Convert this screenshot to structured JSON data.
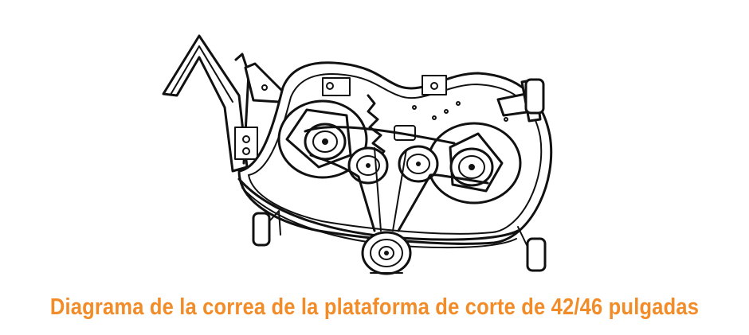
{
  "caption": "Diagrama de la correa de la plataforma de corte de 42/46 pulgadas",
  "colors": {
    "caption": "#f28c28",
    "line_art": "#111111",
    "background": "#ffffff"
  },
  "diagram": {
    "subject": "mower-deck-belt-routing",
    "components": [
      "deck-housing",
      "left-spindle-pulley",
      "right-spindle-pulley",
      "left-idler-pulley",
      "right-idler-pulley",
      "engine-drive-pulley",
      "tension-spring",
      "drive-belt",
      "deck-wheels",
      "lift-bracket"
    ]
  }
}
